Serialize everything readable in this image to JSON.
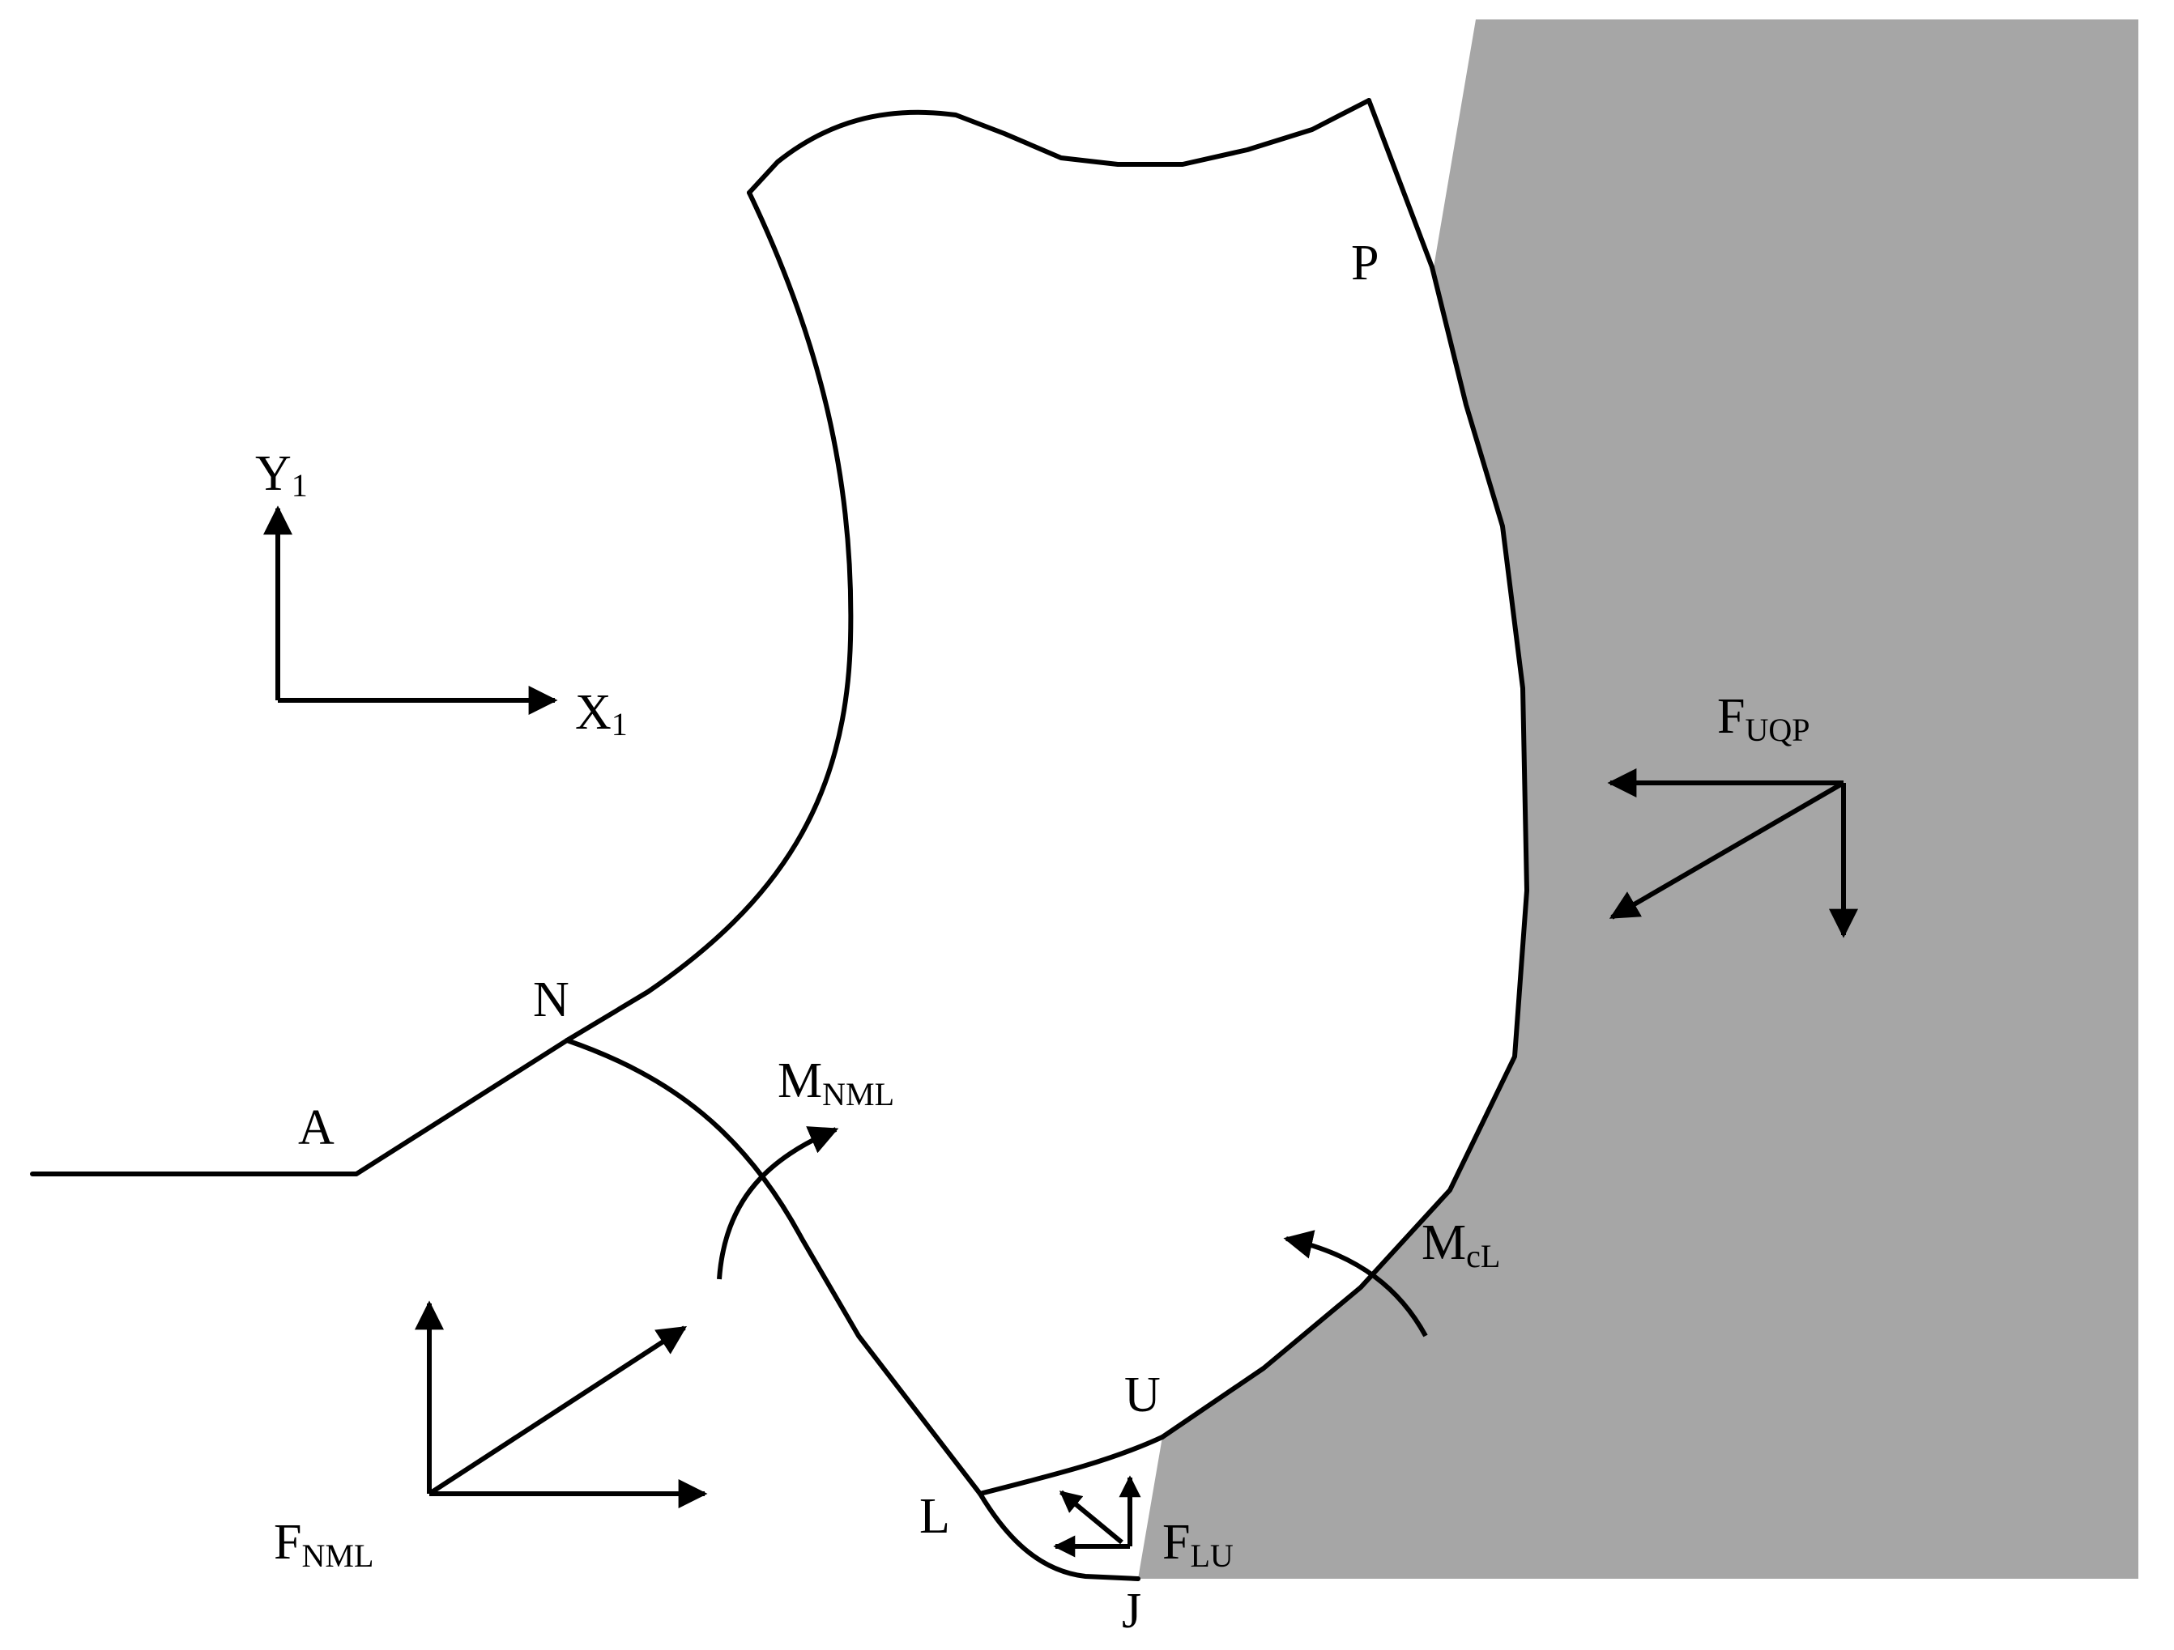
{
  "colors": {
    "background": "#ffffff",
    "shaded_region": "#a6a6a6",
    "ink": "#000000"
  },
  "axes": {
    "y_label": "Y",
    "y_sub": "1",
    "x_label": "X",
    "x_sub": "1"
  },
  "points": {
    "A": "A",
    "N": "N",
    "P": "P",
    "L": "L",
    "U": "U",
    "J": "J"
  },
  "forces": {
    "f_uqp": {
      "main": "F",
      "sub": "UQP"
    },
    "f_nml": {
      "main": "F",
      "sub": "NML"
    },
    "f_lu": {
      "main": "F",
      "sub": "LU"
    }
  },
  "moments": {
    "m_nml": {
      "main": "M",
      "sub": "NML"
    },
    "m_cl": {
      "main": "M",
      "sub": "cL"
    }
  }
}
